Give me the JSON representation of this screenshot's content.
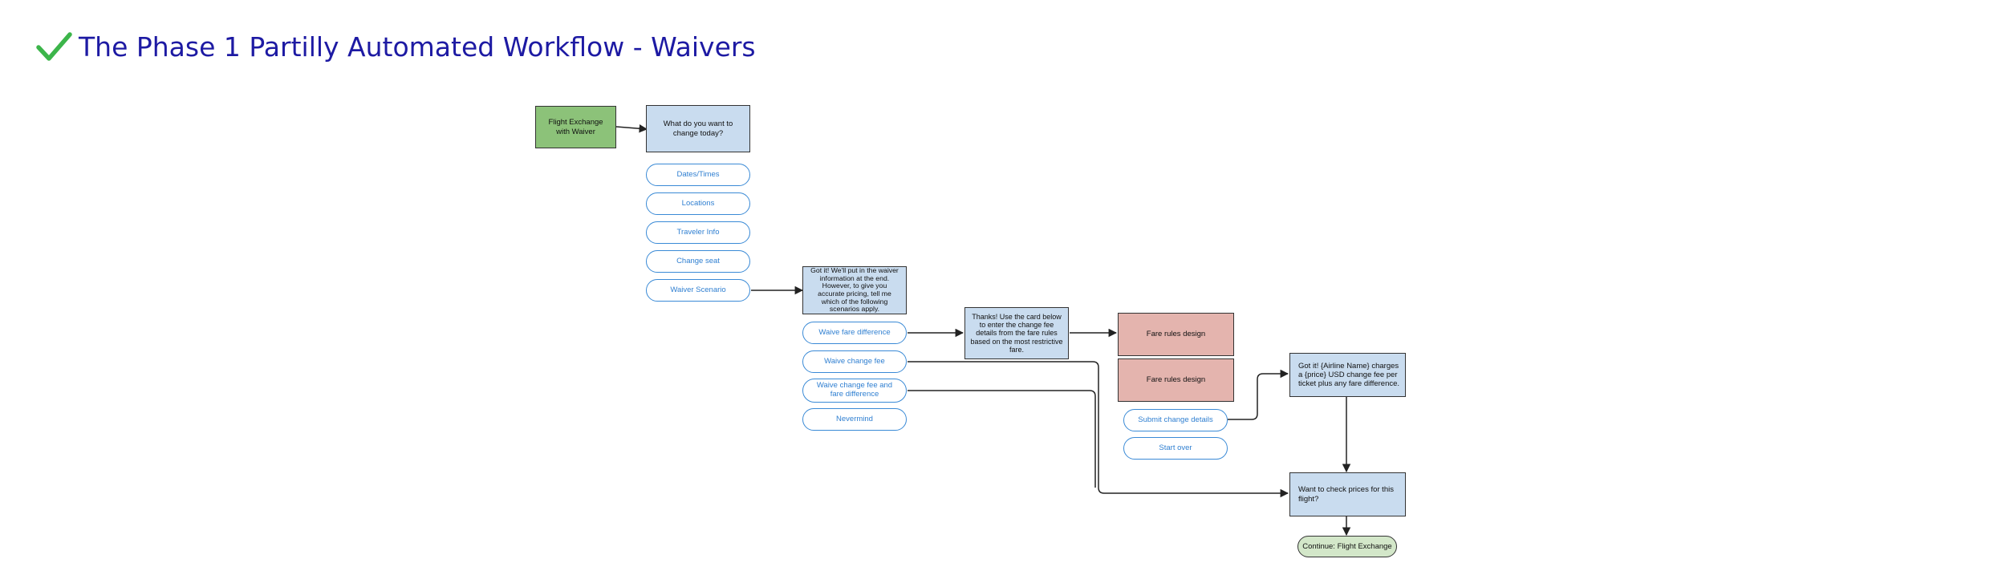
{
  "header": {
    "title": "The Phase 1 Partilly Automated Workflow - Waivers",
    "check_icon": "checkmark-icon",
    "title_color": "#1d1aa3",
    "check_color": "#3cb54a"
  },
  "colors": {
    "start_node": "#8cc279",
    "message_node": "#c9dcef",
    "fare_rules_node": "#e4b4ae",
    "option_border": "#3a8ad6",
    "end_node": "#d3e7c9"
  },
  "nodes": {
    "start": "Flight Exchange with Waiver",
    "q_change": "What do you want to change today?",
    "opt_dates": "Dates/Times",
    "opt_locations": "Locations",
    "opt_traveler": "Traveler Info",
    "opt_seat": "Change seat",
    "opt_waiver": "Waiver Scenario",
    "waiver_msg": "Got it! We'll put in the waiver information at the end. However, to give you accurate pricing, tell me which of the following scenarios apply.",
    "opt_fare_diff": "Waive fare difference",
    "opt_change_fee": "Waive change fee",
    "opt_both": "Waive change fee and fare difference",
    "opt_nevermind": "Nevermind",
    "thanks_msg": "Thanks! Use the card below to enter the change fee details from the fare rules based on the most restrictive fare.",
    "fare_rules_1": "Fare rules design",
    "fare_rules_2": "Fare rules design",
    "opt_submit": "Submit change details",
    "opt_start_over": "Start over",
    "charges_msg": "Got it! {Airline Name} charges a {price} USD change fee per ticket plus any fare difference.",
    "check_prices": "Want to check prices for this flight?",
    "continue": "Continue: Flight Exchange"
  }
}
